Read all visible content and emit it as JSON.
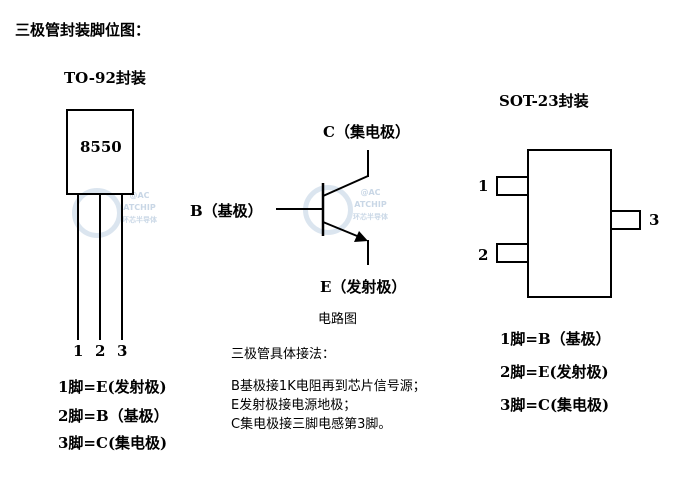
{
  "title": "三极管封装脚位图：",
  "to92": {
    "heading": "TO-92封装",
    "part_number": "8550",
    "pin_numbers": [
      "1",
      "2",
      "3"
    ],
    "pins": [
      "1脚=E(发射极)",
      "2脚=B（基极）",
      "3脚=C(集电极)"
    ]
  },
  "circuit": {
    "collector_label": "C（集电极）",
    "base_label": "B（基极）",
    "emitter_label": "E（发射极）",
    "caption": "电路图",
    "wiring_heading": "三极管具体接法：",
    "wiring_lines": [
      "B基极接1K电阻再到芯片信号源；",
      "E发射极接电源地极；",
      "C集电极接三脚电感第3脚。"
    ]
  },
  "sot23": {
    "heading": "SOT-23封装",
    "pin_numbers": [
      "1",
      "2",
      "3"
    ],
    "pins": [
      "1脚=B（基极）",
      "2脚=E(发射极)",
      "3脚=C(集电极)"
    ]
  },
  "watermark": {
    "line1": "@AC",
    "line2": "ATCHIP",
    "line3": "环芯半导体"
  }
}
